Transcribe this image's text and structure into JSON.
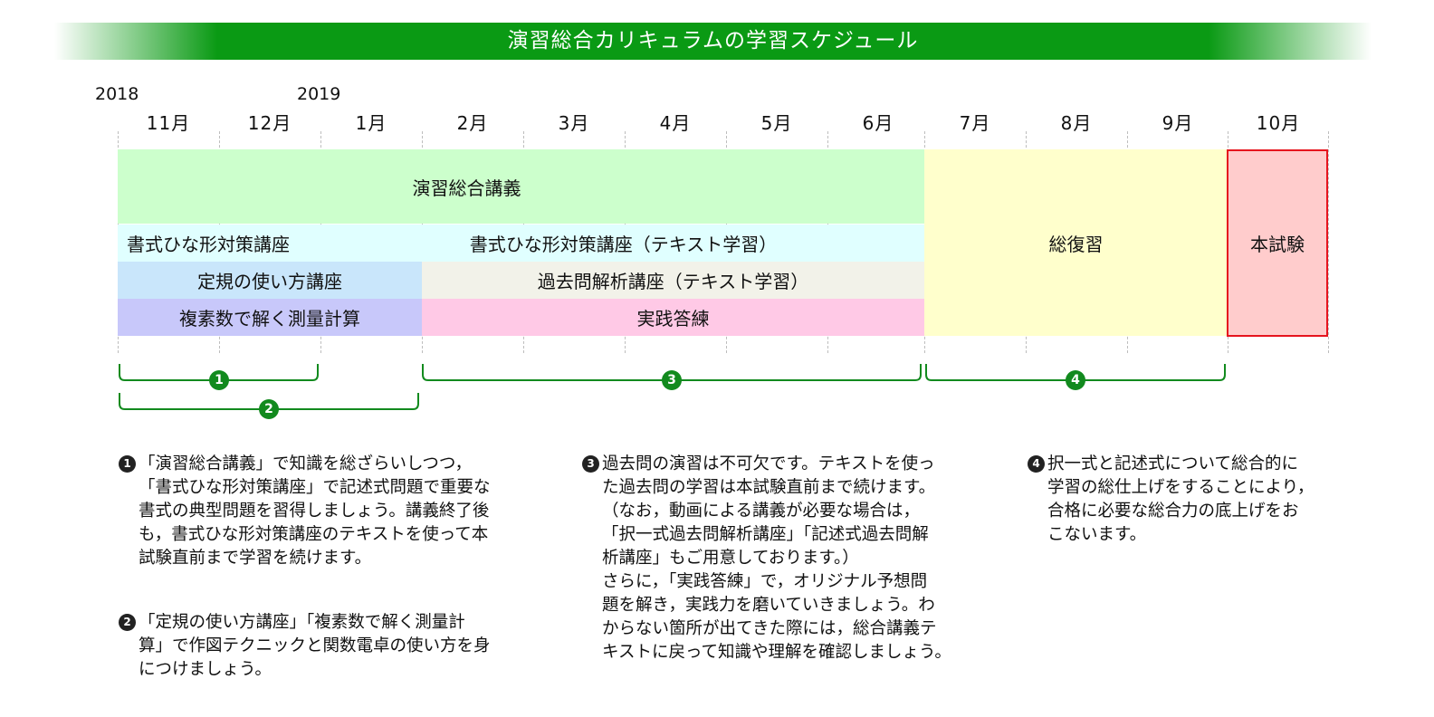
{
  "title": "演習総合カリキュラムの学習スケジュール",
  "years": [
    "2018",
    "2019"
  ],
  "months": [
    "11月",
    "12月",
    "1月",
    "2月",
    "3月",
    "4月",
    "5月",
    "6月",
    "7月",
    "8月",
    "9月",
    "10月"
  ],
  "bars": {
    "lecture": "演習総合講義",
    "shoshiki_early": "書式ひな形対策講座",
    "shoshiki_text": "書式ひな形対策講座（テキスト学習）",
    "teiki": "定規の使い方講座",
    "kakomon": "過去問解析講座（テキスト学習）",
    "fukuso": "複素数で解く測量計算",
    "jissen": "実践答練",
    "review": "総復習",
    "exam": "本試験"
  },
  "colors": {
    "banner": "#0a9a14",
    "lecture": "#ccffcc",
    "shoshiki": "#e0ffff",
    "teiki": "#c9e6fb",
    "kakomon": "#f2f2e9",
    "fukuso": "#c8c8fa",
    "jissen": "#ffc9e6",
    "review": "#ffffcc",
    "exam": "#ffcccc",
    "exam_border": "#e6141e",
    "brace": "#128a1e"
  },
  "markers": [
    "1",
    "2",
    "3",
    "4"
  ],
  "notes": [
    {
      "marker": "1",
      "text": "「演習総合講義」で知識を総ざらいしつつ，\n「書式ひな形対策講座」で記述式問題で重要な\n書式の典型問題を習得しましょう。講義終了後\nも，書式ひな形対策講座のテキストを使って本\n試験直前まで学習を続けます。"
    },
    {
      "marker": "2",
      "text": "「定規の使い方講座」「複素数で解く測量計\n算」で作図テクニックと関数電卓の使い方を身\nにつけましょう。"
    },
    {
      "marker": "3",
      "text": "過去問の演習は不可欠です。テキストを使っ\nた過去問の学習は本試験直前まで続けます。\n（なお，動画による講義が必要な場合は，\n「択一式過去問解析講座」「記述式過去問解\n析講座」もご用意しております。）\nさらに，「実践答練」で，オリジナル予想問\n題を解き，実践力を磨いていきましょう。わ\nからない箇所が出てきた際には，総合講義テ\nキストに戻って知識や理解を確認しましょう。"
    },
    {
      "marker": "4",
      "text": "択一式と記述式について総合的に\n学習の総仕上げをすることにより，\n合格に必要な総合力の底上げをお\nこないます。"
    }
  ]
}
